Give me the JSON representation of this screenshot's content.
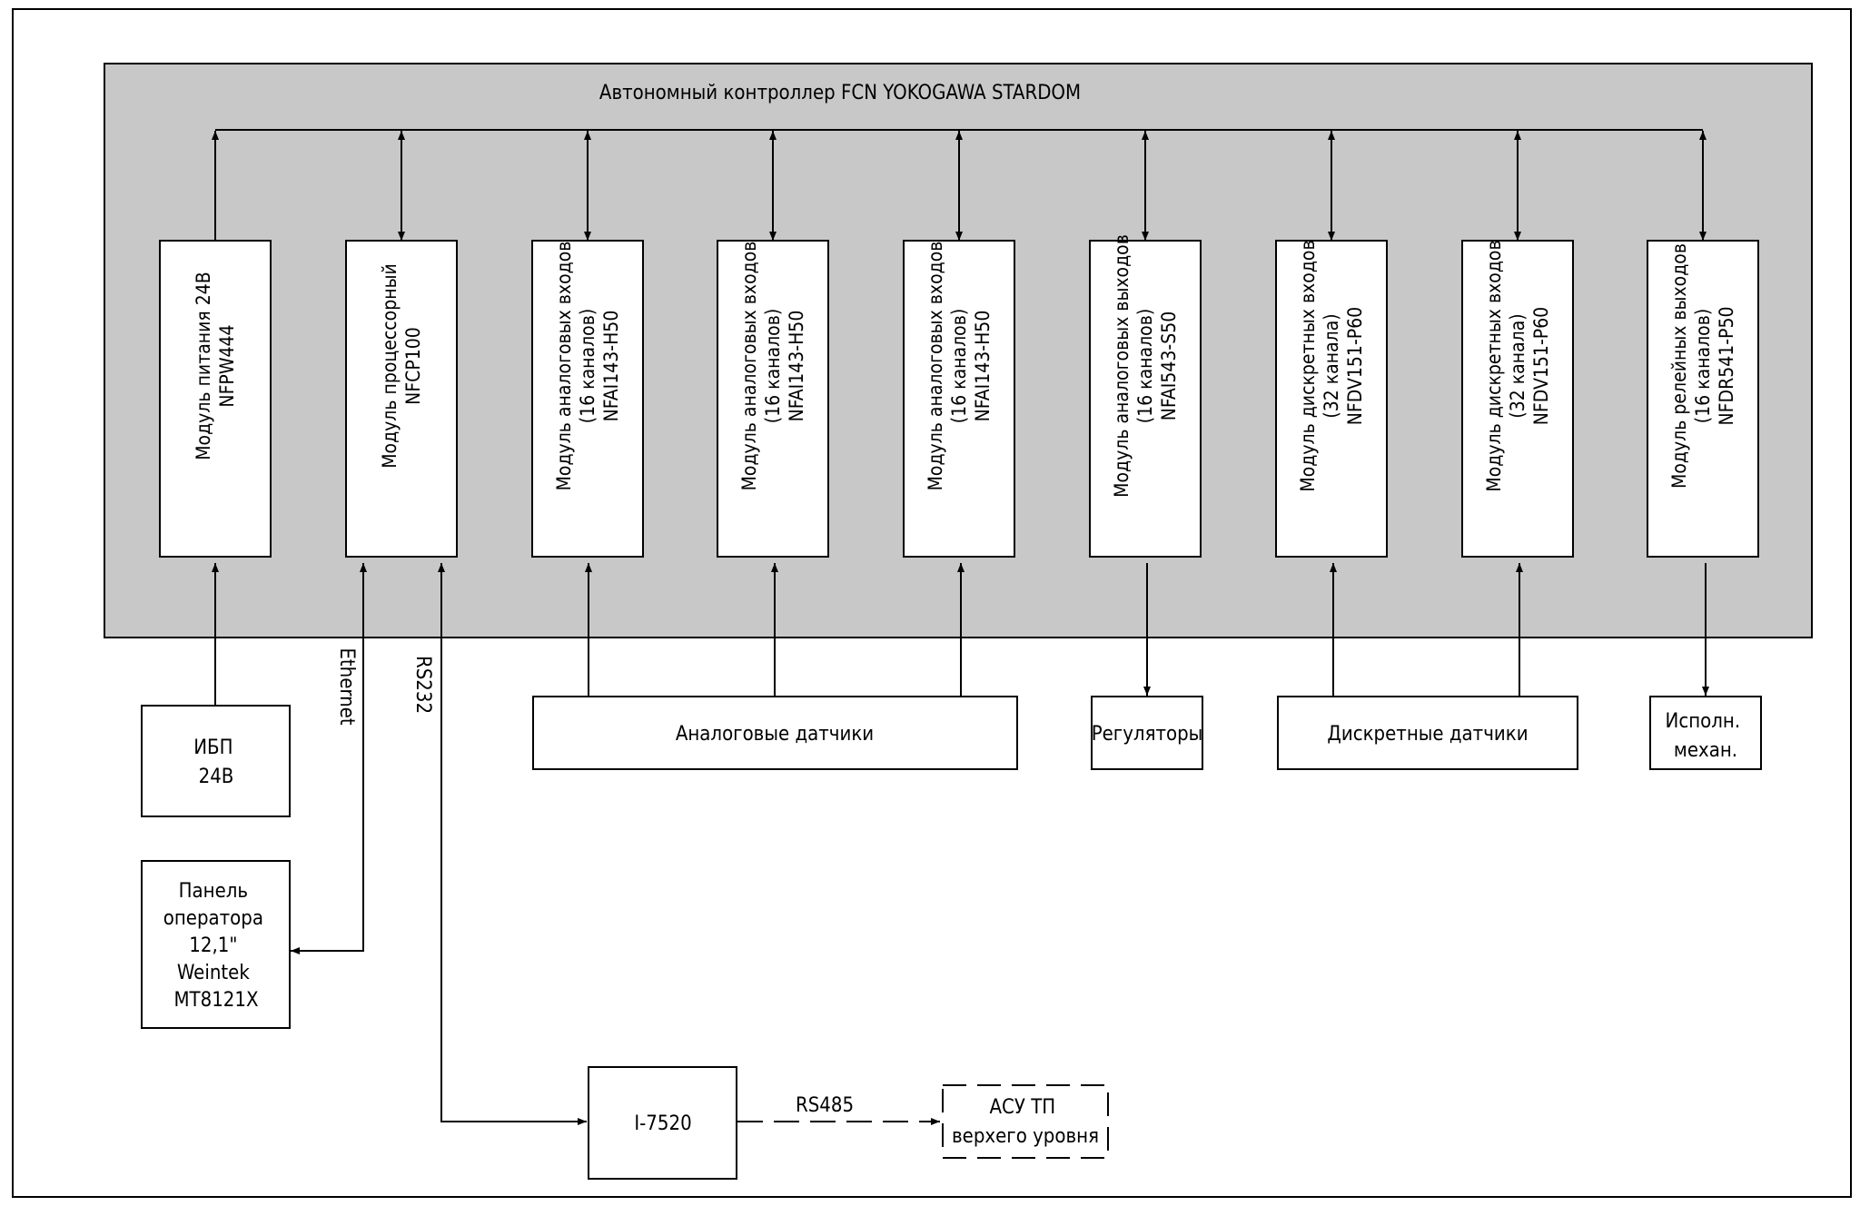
{
  "controller": {
    "title": "Автономный контроллер FCN YOKOGAWA STARDOM"
  },
  "modules": [
    {
      "lines": [
        "Модуль питания 24В",
        "NFPW444"
      ]
    },
    {
      "lines": [
        "Модуль процессорный",
        "NFCP100"
      ]
    },
    {
      "lines": [
        "Модуль аналоговых входов",
        "(16 каналов)",
        "NFAI143-H50"
      ]
    },
    {
      "lines": [
        "Модуль аналоговых входов",
        "(16 каналов)",
        "NFAI143-H50"
      ]
    },
    {
      "lines": [
        "Модуль аналоговых входов",
        "(16 каналов)",
        "NFAI143-H50"
      ]
    },
    {
      "lines": [
        "Модуль аналоговых выходов",
        "(16 каналов)",
        "NFAI543-S50"
      ]
    },
    {
      "lines": [
        "Модуль дискретных входов",
        "(32 канала)",
        "NFDV151-P60"
      ]
    },
    {
      "lines": [
        "Модуль дискретных входов",
        "(32 канала)",
        "NFDV151-P60"
      ]
    },
    {
      "lines": [
        "Модуль релейных выходов",
        "(16 каналов)",
        "NFDR541-P50"
      ]
    }
  ],
  "external": {
    "ups": [
      "ИБП",
      "24В"
    ],
    "panel": [
      "Панель",
      "оператора",
      "12,1\"",
      "Weintek",
      "MT8121X"
    ],
    "analog_sensors": "Аналоговые датчики",
    "regulators": "Регуляторы",
    "discrete_sensors": "Дискретные датчики",
    "actuators": [
      "Исполн.",
      "механ."
    ],
    "converter": "I-7520",
    "scada": [
      "АСУ ТП",
      "верхего уровня"
    ]
  },
  "links": {
    "ethernet": "Ethernet",
    "rs232": "RS232",
    "rs485": "RS485"
  }
}
